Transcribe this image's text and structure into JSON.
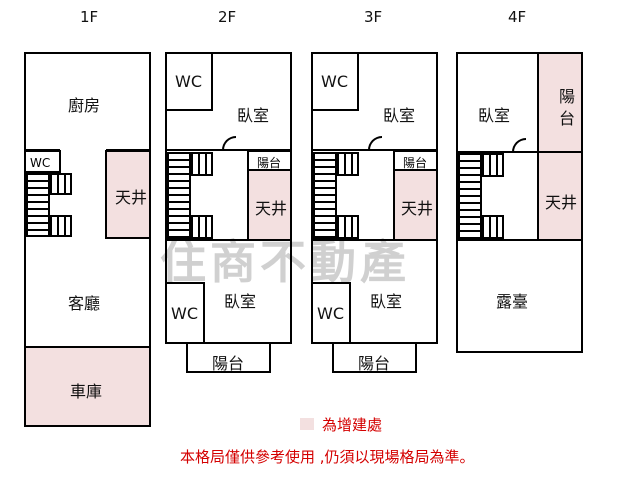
{
  "floors": [
    {
      "label": "1F",
      "rooms": [
        "廚房",
        "WC",
        "天井",
        "客廳",
        "車庫"
      ]
    },
    {
      "label": "2F",
      "rooms": [
        "WC",
        "臥室",
        "陽台",
        "天井",
        "臥室",
        "WC",
        "陽台"
      ]
    },
    {
      "label": "3F",
      "rooms": [
        "WC",
        "臥室",
        "陽台",
        "天井",
        "臥室",
        "WC",
        "陽台"
      ]
    },
    {
      "label": "4F",
      "rooms": [
        "臥室",
        "陽台",
        "天井",
        "露臺"
      ]
    }
  ],
  "legend": {
    "label": "為增建處",
    "color": "#f3e0e0"
  },
  "note": "本格局僅供參考使用 ,仍須以現場格局為準。",
  "watermark": "住商不動產",
  "colors": {
    "note": "#d40000",
    "walls": "#000000"
  }
}
